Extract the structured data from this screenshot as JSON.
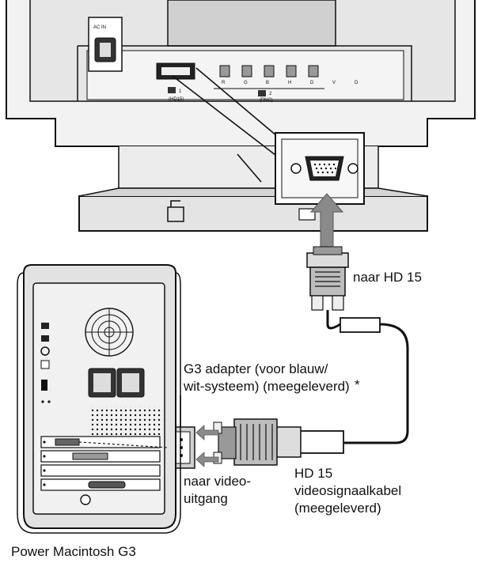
{
  "monitor": {
    "ac_in": "AC IN",
    "port1": "1",
    "port1_sub": "(HD15)",
    "port2": "2",
    "port2_sub": "(BNC)",
    "bnc_labels": [
      "R",
      "G",
      "B",
      "H",
      "D",
      "V",
      "D"
    ]
  },
  "labels": {
    "to_hd15": "naar HD 15",
    "adapter_line1": "G3 adapter (voor blauw/",
    "adapter_line2": "wit-systeem) (meegeleverd)",
    "asterisk": "*",
    "to_video_line1": "naar video-",
    "to_video_line2": "uitgang",
    "cable_line1": "HD 15",
    "cable_line2": "videosignaalkabel",
    "cable_line3": "(meegeleverd)",
    "computer": "Power Macintosh G3"
  },
  "colors": {
    "ink": "#111111",
    "light_gray": "#d9d9d9",
    "mid_gray": "#b8b8b8",
    "dark_gray": "#6e6e6e",
    "arrow": "#8a8a8a"
  }
}
